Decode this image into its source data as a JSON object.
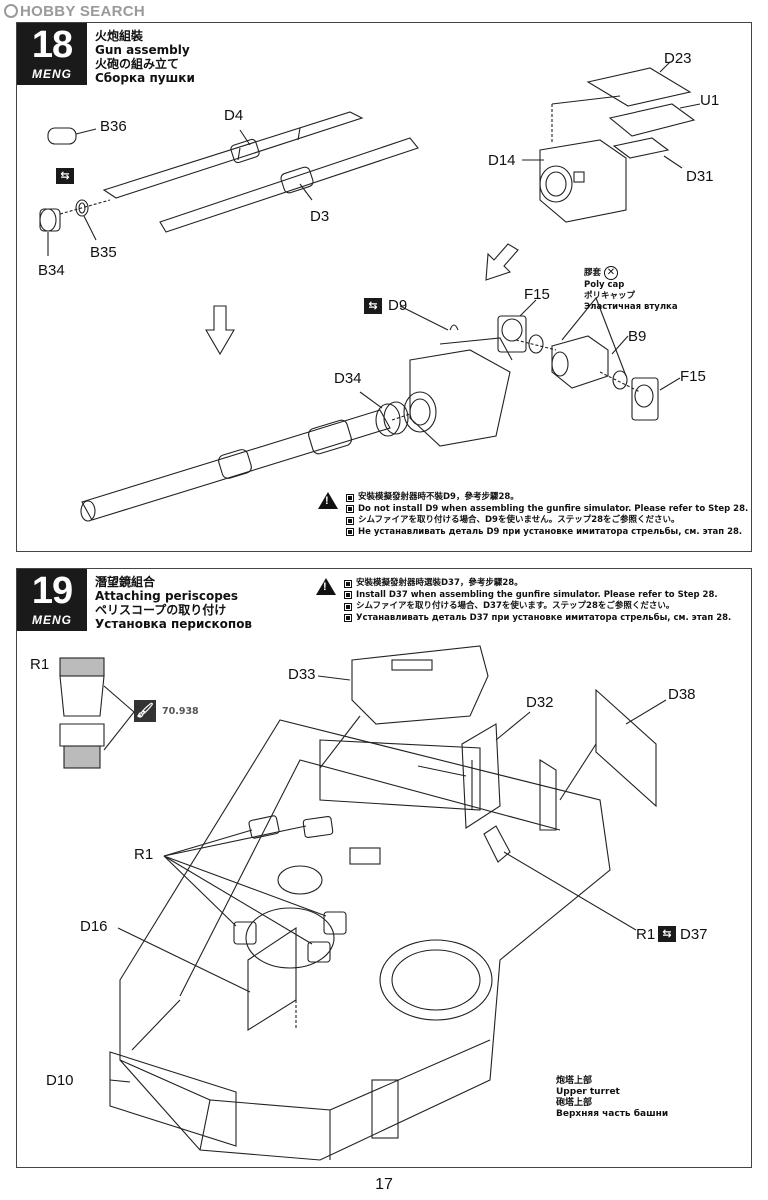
{
  "watermark": "HOBBY SEARCH",
  "step18": {
    "number": "18",
    "brand": "MENG",
    "title_cn": "火炮組裝",
    "title_en": "Gun assembly",
    "title_jp": "火砲の組み立て",
    "title_ru": "Сборка пушки",
    "labels": {
      "B36": "B36",
      "D4": "D4",
      "D3": "D3",
      "B35": "B35",
      "B34": "B34",
      "D23": "D23",
      "U1": "U1",
      "D14": "D14",
      "D31": "D31",
      "D9": "D9",
      "F15a": "F15",
      "F15b": "F15",
      "B9": "B9",
      "D34": "D34"
    },
    "polycap": {
      "cn": "膠套",
      "en": "Poly cap",
      "jp": "ポリキャップ",
      "ru": "Эластичная втулка"
    },
    "note": {
      "cn": "安裝模擬發射器時不裝D9，參考步驟28。",
      "en": "Do not install D9 when assembling the gunfire simulator. Please refer to Step 28.",
      "jp": "シムファイアを取り付ける場合、D9を使いません。ステップ28をご参照ください。",
      "ru": "Не устанавливать деталь D9 при установке имитатора стрельбы, см. этап 28."
    }
  },
  "step19": {
    "number": "19",
    "brand": "MENG",
    "title_cn": "潛望鏡組合",
    "title_en": "Attaching periscopes",
    "title_jp": "ペリスコープの取り付け",
    "title_ru": "Установка перископов",
    "note": {
      "cn": "安裝模擬發射器時選裝D37，參考步驟28。",
      "en": "Install D37 when assembling the gunfire simulator. Please refer to Step 28.",
      "jp": "シムファイアを取り付ける場合、D37を使います。ステップ28をご参照ください。",
      "ru": "Устанавливать деталь D37 при установке имитатора стрельбы, см. этап 28."
    },
    "labels": {
      "R1a": "R1",
      "R1b": "R1",
      "R1c": "R1",
      "D33": "D33",
      "D32": "D32",
      "D38": "D38",
      "D37": "D37",
      "D16": "D16",
      "D10": "D10"
    },
    "paint": "70.938",
    "upper_turret": {
      "cn": "炮塔上部",
      "en": "Upper turret",
      "jp": "砲塔上部",
      "ru": "Верхняя часть башни"
    }
  },
  "page_number": "17"
}
